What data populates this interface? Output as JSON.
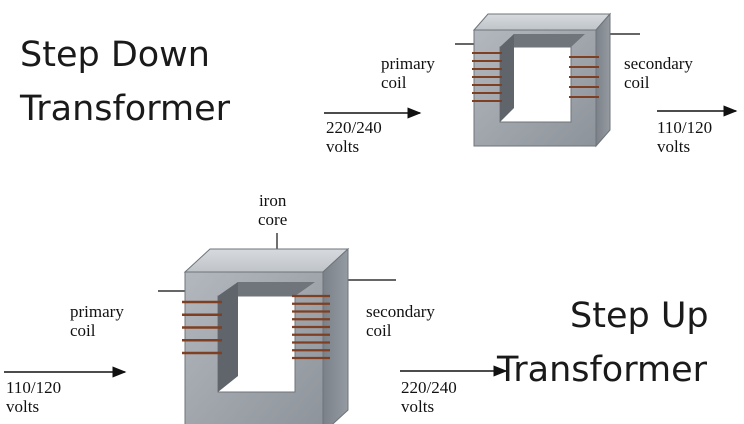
{
  "step_down": {
    "title_line1": "Step Down",
    "title_line2": "Transformer",
    "primary_label": "primary\ncoil",
    "secondary_label": "secondary\ncoil",
    "input_voltage": "220/240\nvolts",
    "output_voltage": "110/120\nvolts",
    "primary_turns": 7,
    "secondary_turns": 5
  },
  "step_up": {
    "title_line1": "Step Up",
    "title_line2": "Transformer",
    "core_label": "iron\ncore",
    "primary_label": "primary\ncoil",
    "secondary_label": "secondary\ncoil",
    "input_voltage": "110/120\nvolts",
    "output_voltage": "220/240\nvolts",
    "primary_turns": 5,
    "secondary_turns": 9
  },
  "colors": {
    "core_front": "#9da3a9",
    "core_top": "#c5cacf",
    "core_side": "#7d838a",
    "copper": "#b8683f",
    "text": "#111111"
  }
}
